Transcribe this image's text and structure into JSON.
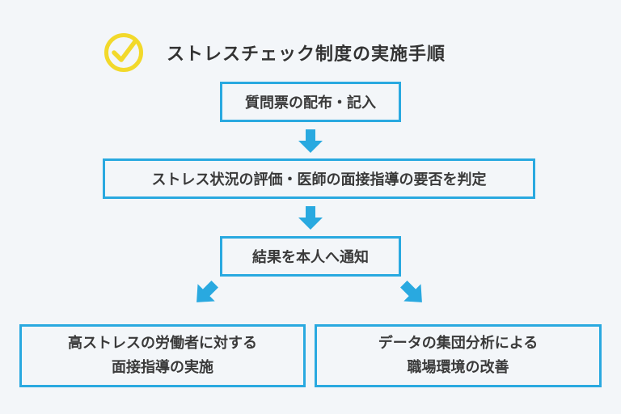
{
  "title": "ストレスチェック制度の実施手順",
  "colors": {
    "accent": "#29a9e0",
    "check_icon": "#f2d92b",
    "background": "#f3f6f9",
    "text": "#3a3a3a"
  },
  "icons": {
    "title_icon": "check-circle-icon",
    "arrow": "arrow-down-icon"
  },
  "steps": [
    {
      "lines": [
        "質問票の配布・記入"
      ]
    },
    {
      "lines": [
        "ストレス状況の評価・医師の面接指導の要否を判定"
      ]
    },
    {
      "lines": [
        "結果を本人へ通知"
      ]
    }
  ],
  "outcomes": [
    {
      "lines": [
        "高ストレスの労働者に対する",
        "面接指導の実施"
      ]
    },
    {
      "lines": [
        "データの集団分析による",
        "職場環境の改善"
      ]
    }
  ]
}
